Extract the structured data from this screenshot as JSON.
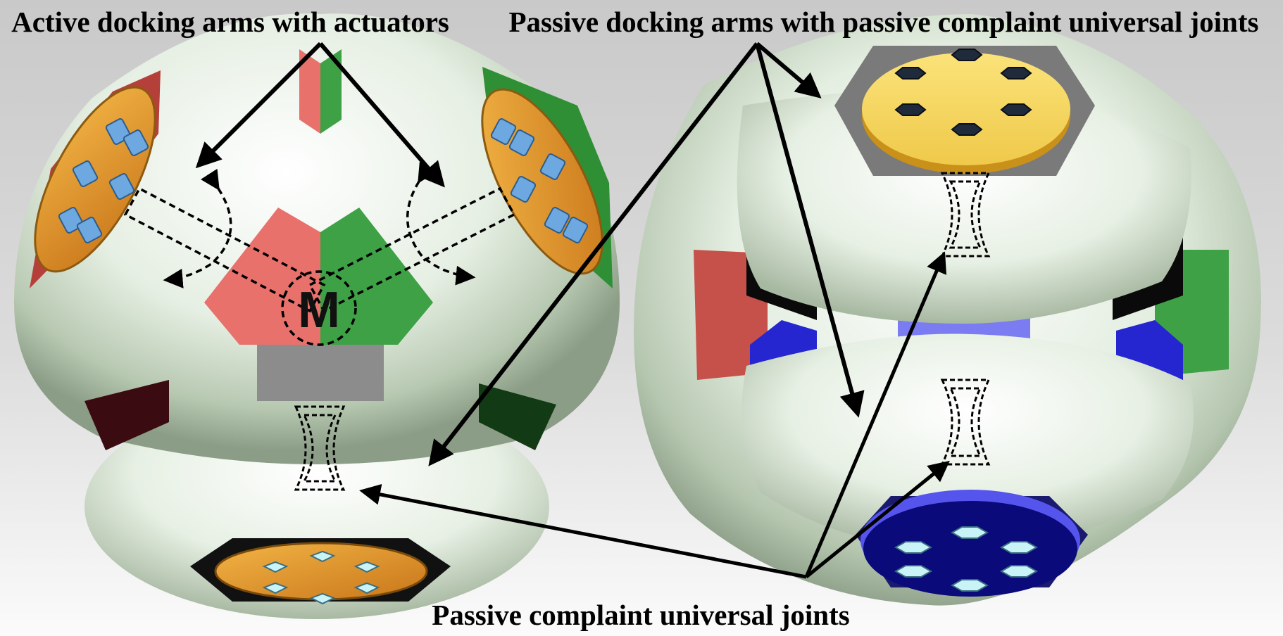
{
  "labels": {
    "active_arms": "Active docking arms with actuators",
    "passive_arms": "Passive docking arms with passive complaint universal joints",
    "universal_joints": "Passive complaint universal joints",
    "motor": "M"
  },
  "colors": {
    "shell_highlight": "#ffffff",
    "shell_mid": "#dfeadd",
    "shell_shadow": "#9aac94",
    "red_face": "#e8716c",
    "green_face": "#3ea145",
    "gray_face": "#8c8c8c",
    "orange_plate": "#d98a1e",
    "yellow_plate": "#f7d85a",
    "navy_plate": "#0a0a7a",
    "blue_panel": "#2626d0",
    "pin_blue": "#6ea8e0",
    "pin_cyan": "#c8f4f8",
    "arrow": "#000000"
  },
  "icons": {
    "motor": "motor-icon",
    "joint": "universal-joint-icon"
  }
}
